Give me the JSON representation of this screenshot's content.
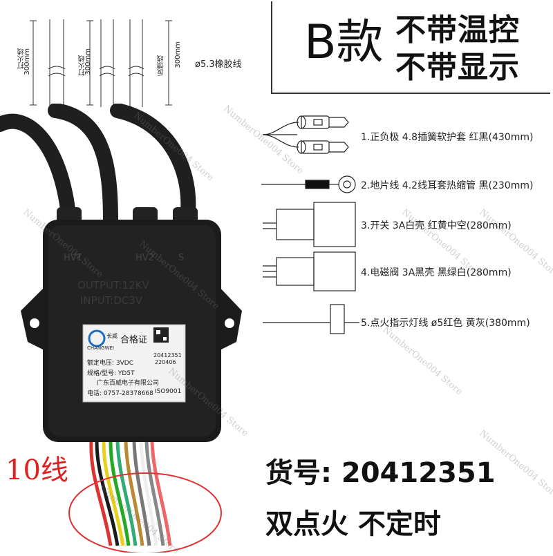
{
  "title": {
    "model_letter": "B款",
    "line1": "不带温控",
    "line2": "不带显示"
  },
  "dimensions": {
    "wire1_label": "打火线",
    "wire2_label": "打火线",
    "wire3_label": "反馈线",
    "length1": "300mm",
    "length2": "300mm",
    "length3": "300mm",
    "cable_spec": "ø5.3橡胶线"
  },
  "wires": [
    {
      "text": "1.正负极 4.8插簧软护套 红黑(430mm)"
    },
    {
      "text": "2.地片线 4.2线耳套热缩管 黑(230mm)"
    },
    {
      "text": "3.开关 3A白壳 红黄中空(280mm)"
    },
    {
      "text": "4.电磁阀 3A黑壳 黑绿白(280mm)"
    },
    {
      "text": "5.点火指示灯线 ø5红色 黄灰(380mm)"
    }
  ],
  "device": {
    "hv1": "HV1",
    "hv2": "HV2",
    "s": "S",
    "output": "OUTPUT:12KV",
    "input": "INPUT:DC3V",
    "brand_cn": "长威",
    "brand_en": "CHANGWEI",
    "cert": "合格证",
    "rated_voltage": "额定电压: 3VDC",
    "model": "规格/型号: YD5T",
    "company": "广东百威电子有限公司",
    "phone": "电话: 0757-28378668",
    "iso": "ISO9001",
    "code": "20412351",
    "date": "220406"
  },
  "bottom": {
    "ten_line": "10线",
    "item_no": "货号: 20412351",
    "features": "双点火 不定时"
  },
  "watermark": "NumberOne004 Store",
  "colors": {
    "body": "#1b1b1b",
    "cable": "#222222",
    "accent_red": "#d22222",
    "wire_colors": [
      "#d33",
      "#e8d020",
      "#2a2",
      "#3a7",
      "#fff",
      "#888",
      "#1a1a1a",
      "#b83",
      "#e66",
      "#777"
    ]
  }
}
